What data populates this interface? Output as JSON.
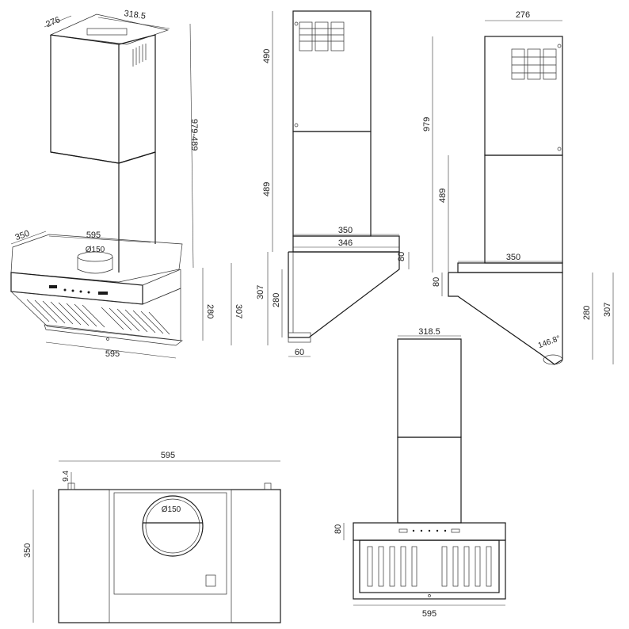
{
  "views": {
    "perspective": {
      "depth_top": "276",
      "width_top": "318.5",
      "chimney_height": "979-489",
      "depth_hood": "350",
      "width_hood": "595",
      "duct_diameter": "Ø150",
      "front_height": "280",
      "total_height": "307",
      "bottom_width": "595"
    },
    "side_retracted": {
      "upper_chimney": "490",
      "lower_chimney": "489",
      "chimney_depth": "350",
      "hood_top_depth": "346",
      "front_panel": "80",
      "total_hood": "307",
      "inner_hood": "280",
      "foot": "60"
    },
    "side_extended": {
      "chimney_width": "276",
      "max_height": "979",
      "lower_chimney": "489",
      "chimney_depth": "350",
      "front_panel": "80",
      "inner_hood": "280",
      "total_hood": "307",
      "angle": "146.8°"
    },
    "top": {
      "width": "595",
      "offset": "9.4",
      "depth": "350",
      "duct_diameter": "Ø150"
    },
    "front": {
      "chimney_width": "318.5",
      "front_panel": "80",
      "width": "595"
    }
  }
}
